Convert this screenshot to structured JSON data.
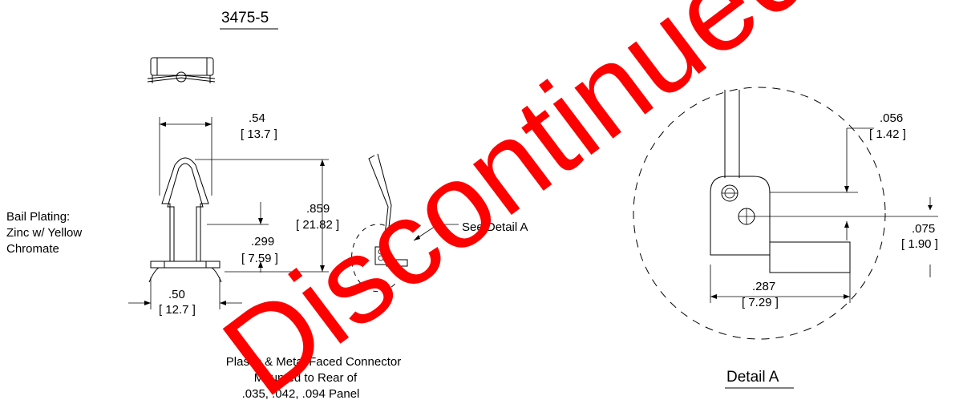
{
  "part_number": "3475-5",
  "dimensions": {
    "width_top": {
      "in": ".54",
      "mm": "[ 13.7 ]"
    },
    "height_total": {
      "in": ".859",
      "mm": "[ 21.82 ]"
    },
    "height_lower": {
      "in": ".299",
      "mm": "[ 7.59 ]"
    },
    "width_base": {
      "in": ".50",
      "mm": "[ 12.7 ]"
    }
  },
  "detail_dimensions": {
    "thickness": {
      "in": ".056",
      "mm": "[ 1.42 ]"
    },
    "offset": {
      "in": ".075",
      "mm": "[ 1.90 ]"
    },
    "length": {
      "in": ".287",
      "mm": "[ 7.29 ]"
    }
  },
  "bail_plating": [
    "Bail Plating:",
    "Zinc w/ Yellow",
    "Chromate"
  ],
  "mounting_note": [
    "Plastic & Metal Faced Connector",
    "Mounted to Rear of",
    ".035, .042, .094 Panel"
  ],
  "see_detail": "See Detail A",
  "detail_title": "Detail A",
  "watermark": "Discontinued",
  "colors": {
    "line": "#000000",
    "watermark": "#ff0000",
    "background": "#ffffff"
  }
}
